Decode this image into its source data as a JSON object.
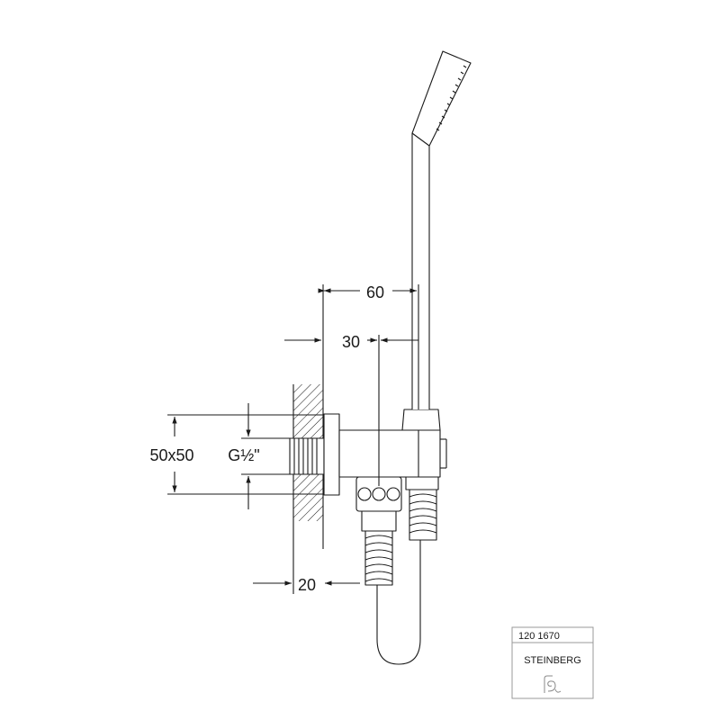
{
  "drawing": {
    "dimensions": {
      "offset_60": "60",
      "offset_30": "30",
      "plate": "50x50",
      "thread": "G½\"",
      "depth_20": "20"
    }
  },
  "title_block": {
    "article_number": "120 1670",
    "brand": "STEINBERG",
    "logo_icon": "steinberg-logo-icon"
  },
  "colors": {
    "line": "#1a1a1a",
    "border": "#999999",
    "background": "#ffffff"
  }
}
